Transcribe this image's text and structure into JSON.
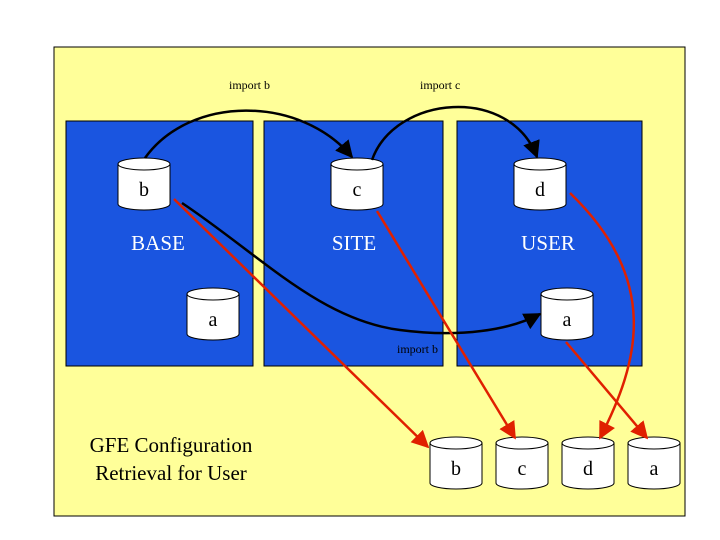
{
  "colors": {
    "panel_bg": "#ffff99",
    "box_fill": "#1a55e0",
    "arrow_black": "#000000",
    "arrow_red": "#e02000",
    "cylinder_fill": "#ffffff"
  },
  "diagram": {
    "title_line1": "GFE Configuration",
    "title_line2": "Retrieval for User",
    "boxes": {
      "base": {
        "label": "BASE"
      },
      "site": {
        "label": "SITE"
      },
      "user": {
        "label": "USER"
      }
    },
    "cylinders": {
      "base_b": "b",
      "base_a": "a",
      "site_c": "c",
      "user_d": "d",
      "user_a": "a",
      "out_b": "b",
      "out_c": "c",
      "out_d": "d",
      "out_a": "a"
    },
    "arrow_labels": {
      "import_b_top": "import b",
      "import_c_top": "import c",
      "import_b_bottom": "import b"
    }
  }
}
